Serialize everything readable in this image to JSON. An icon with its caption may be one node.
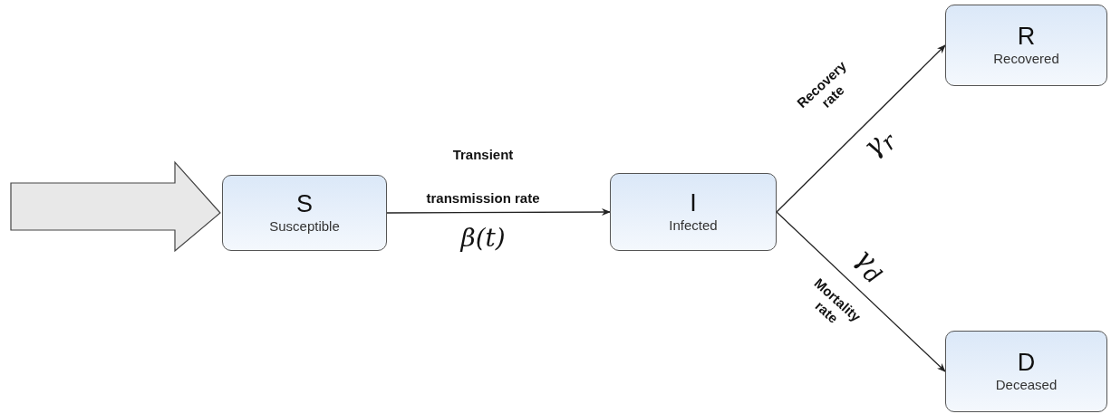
{
  "diagram": {
    "nodes": [
      {
        "text": [
          "S",
          "Susceptible"
        ]
      },
      {
        "text": [
          "I",
          "Infected"
        ]
      },
      {
        "text": [
          "R",
          "Recovered"
        ]
      },
      {
        "text": [
          "D",
          "Deceased"
        ]
      }
    ],
    "edges": [
      {
        "from": null,
        "to": 0,
        "arrow": "to",
        "style": "thick"
      },
      {
        "from": 0,
        "to": 1,
        "arrow": "to",
        "label": "Transient transmission rate"
      },
      {
        "from": 1,
        "to": 2,
        "arrow": "to",
        "label": "Recovery rate"
      },
      {
        "from": 1,
        "to": 3,
        "arrow": "to",
        "label": "Mortality rate"
      }
    ],
    "labels": [
      "β(t)",
      "γ$_{r}$",
      "γ$_{d}$"
    ]
  }
}
